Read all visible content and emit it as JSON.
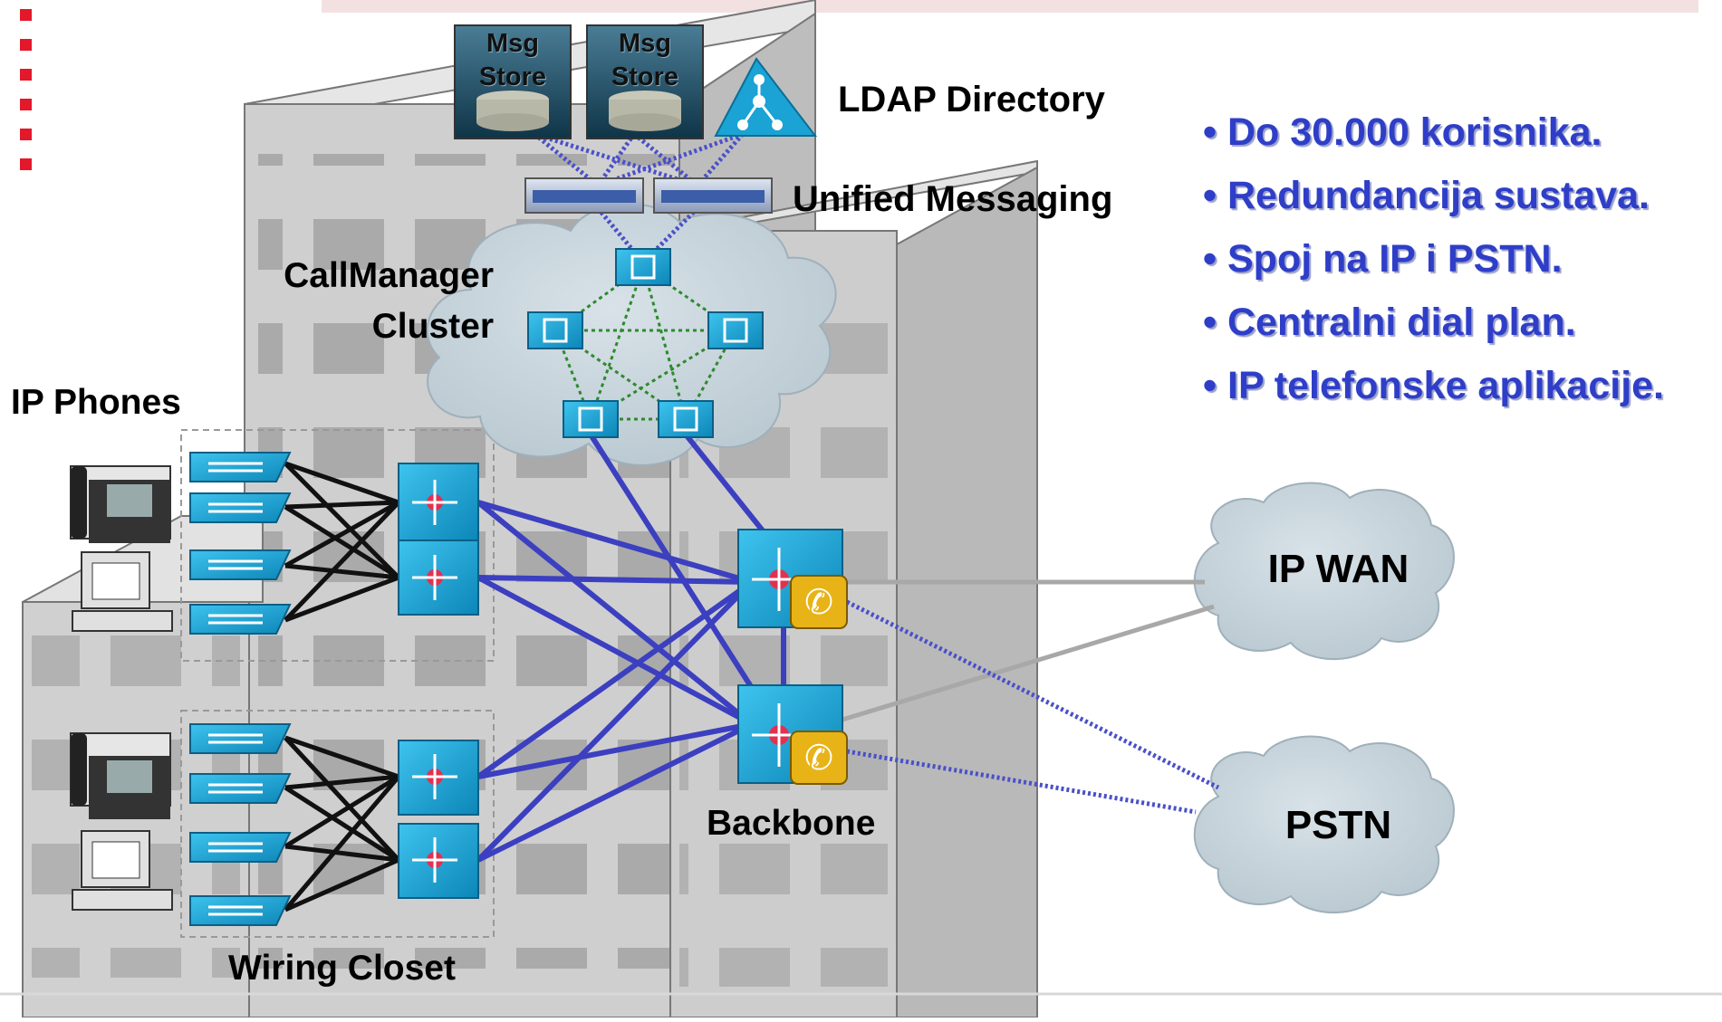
{
  "labels": {
    "msg_store_1": [
      "Msg",
      "Store"
    ],
    "msg_store_2": [
      "Msg",
      "Store"
    ],
    "ldap": "LDAP Directory",
    "unified_messaging": "Unified Messaging",
    "callmanager": [
      "CallManager",
      "Cluster"
    ],
    "ip_phones": "IP Phones",
    "backbone": "Backbone",
    "wiring_closet": "Wiring Closet",
    "ip_wan": "IP WAN",
    "pstn": "PSTN"
  },
  "bullets": [
    "• Do 30.000 korisnika.",
    "• Redundancija sustava.",
    "• Spoj na IP i PSTN.",
    "• Centralni dial plan.",
    "• IP telefonske aplikacije."
  ],
  "colors": {
    "link_blue": "#3b3fc0",
    "link_black": "#111111",
    "link_gray": "#a8a8a8",
    "dotted_green": "#2d8a2d",
    "dotted_blue": "#4a50c8",
    "cloud": "#c5d1d8",
    "device_cyan": "#1aa3d4",
    "bullet_text": "#2e3ec8",
    "decor_red": "#e3182a"
  }
}
